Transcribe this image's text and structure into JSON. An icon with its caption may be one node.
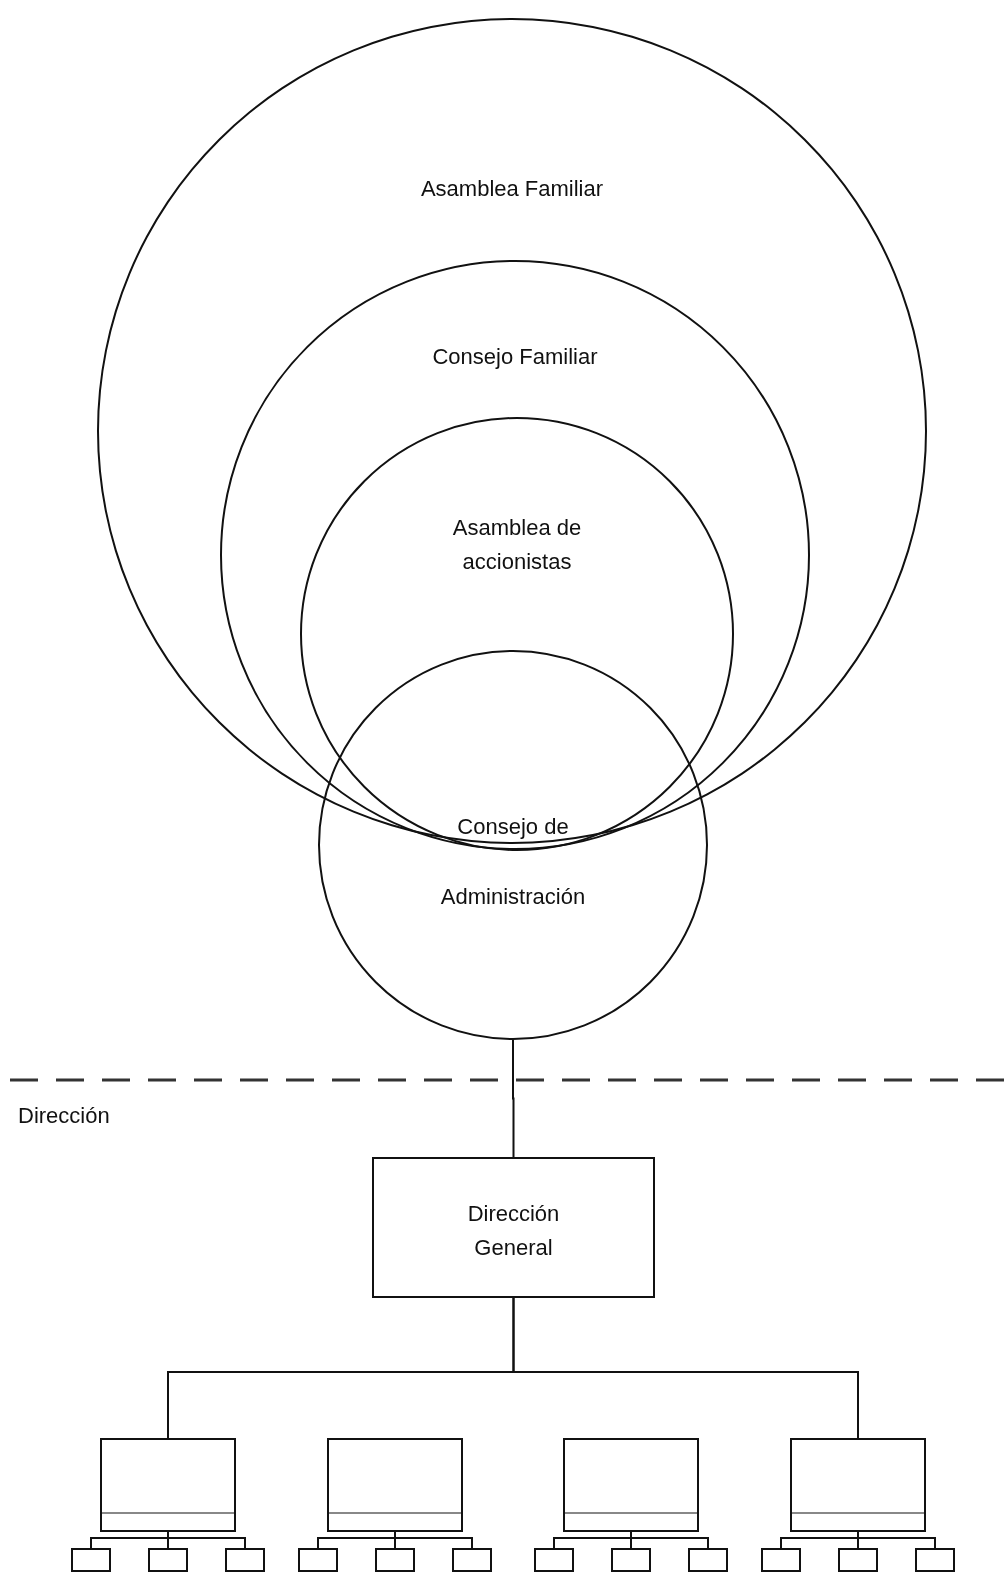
{
  "diagram": {
    "nodes": [
      {
        "text": [
          "Asamblea Familiar"
        ]
      },
      {
        "text": [
          "Consejo Familiar"
        ],
        "in": 0
      },
      {
        "text": [
          "Asamblea de accionistas"
        ],
        "in": 1
      },
      {
        "text": [
          "Consejo de Administración"
        ]
      },
      {
        "text": [
          "Dirección General"
        ]
      },
      {
        "text": [],
        "shape": "box"
      },
      {
        "text": [],
        "shape": "box"
      },
      {
        "text": [],
        "shape": "box"
      },
      {
        "text": [],
        "shape": "box"
      },
      {
        "text": [],
        "shape": "box"
      },
      {
        "text": [],
        "shape": "box"
      },
      {
        "text": [],
        "shape": "box"
      },
      {
        "text": [],
        "shape": "box"
      },
      {
        "text": [],
        "shape": "box"
      },
      {
        "text": [],
        "shape": "box"
      },
      {
        "text": [],
        "shape": "box"
      },
      {
        "text": [],
        "shape": "box"
      },
      {
        "text": [],
        "shape": "box"
      },
      {
        "text": [],
        "shape": "box"
      },
      {
        "text": [],
        "shape": "box"
      },
      {
        "text": [],
        "shape": "box"
      }
    ],
    "edges": [
      {
        "from": 3,
        "to": 4,
        "arrow": "none"
      },
      {
        "from": 4,
        "to": 5,
        "arrow": "none"
      },
      {
        "from": 4,
        "to": 8,
        "arrow": "none"
      },
      {
        "from": 5,
        "to": 9,
        "arrow": "none"
      },
      {
        "from": 5,
        "to": 10,
        "arrow": "none"
      },
      {
        "from": 5,
        "to": 11,
        "arrow": "none"
      },
      {
        "from": 6,
        "to": 12,
        "arrow": "none"
      },
      {
        "from": 6,
        "to": 13,
        "arrow": "none"
      },
      {
        "from": 6,
        "to": 14,
        "arrow": "none"
      },
      {
        "from": 7,
        "to": 15,
        "arrow": "none"
      },
      {
        "from": 7,
        "to": 16,
        "arrow": "none"
      },
      {
        "from": 7,
        "to": 17,
        "arrow": "none"
      },
      {
        "from": 8,
        "to": 18,
        "arrow": "none"
      },
      {
        "from": 8,
        "to": 19,
        "arrow": "none"
      },
      {
        "from": 8,
        "to": 20,
        "arrow": "none"
      }
    ],
    "labels": [
      "Dirección"
    ]
  }
}
